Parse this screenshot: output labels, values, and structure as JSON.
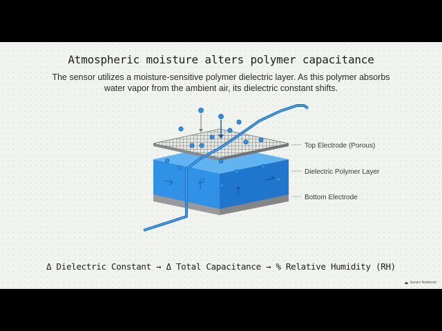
{
  "slide": {
    "title": "Atmospheric moisture alters polymer capacitance",
    "subtitle": "The sensor utilizes a moisture-sensitive polymer dielectric layer. As this polymer absorbs water vapor from the ambient air, its dielectric constant shifts.",
    "formula": "Δ Dielectric Constant → Δ Total Capacitance → % Relative Humidity (RH)",
    "watermark": "Gemini Notebook"
  },
  "diagram": {
    "labels": {
      "top_electrode": "Top Electrode (Porous)",
      "dielectric": "Dielectric Polymer Layer",
      "bottom_electrode": "Bottom Electrode"
    }
  },
  "colors": {
    "accent_blue": "#2b8fe4",
    "dark_blue": "#1d6fc2",
    "grid_gray": "#8c8c8c",
    "electrode_gray": "#b9b9b9"
  }
}
